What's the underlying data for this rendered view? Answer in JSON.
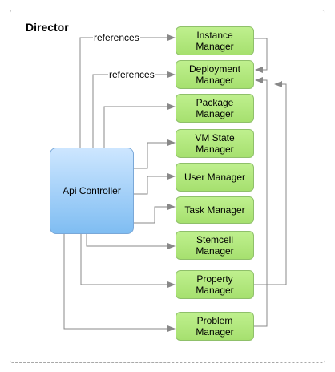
{
  "diagram": {
    "title": "Director",
    "api": {
      "label": "Api Controller"
    },
    "managers": [
      {
        "id": "instance",
        "label": "Instance\nManager"
      },
      {
        "id": "deployment",
        "label": "Deployment\nManager"
      },
      {
        "id": "package",
        "label": "Package\nManager"
      },
      {
        "id": "vmstate",
        "label": "VM State\nManager"
      },
      {
        "id": "user",
        "label": "User Manager"
      },
      {
        "id": "task",
        "label": "Task Manager"
      },
      {
        "id": "stemcell",
        "label": "Stemcell\nManager"
      },
      {
        "id": "property",
        "label": "Property\nManager"
      },
      {
        "id": "problem",
        "label": "Problem\nManager"
      }
    ],
    "edge_labels": {
      "ref1": "references",
      "ref2": "references"
    },
    "colors": {
      "manager_fill": "#b3e97e",
      "api_fill": "#a9d3f8",
      "line": "#888888"
    }
  }
}
